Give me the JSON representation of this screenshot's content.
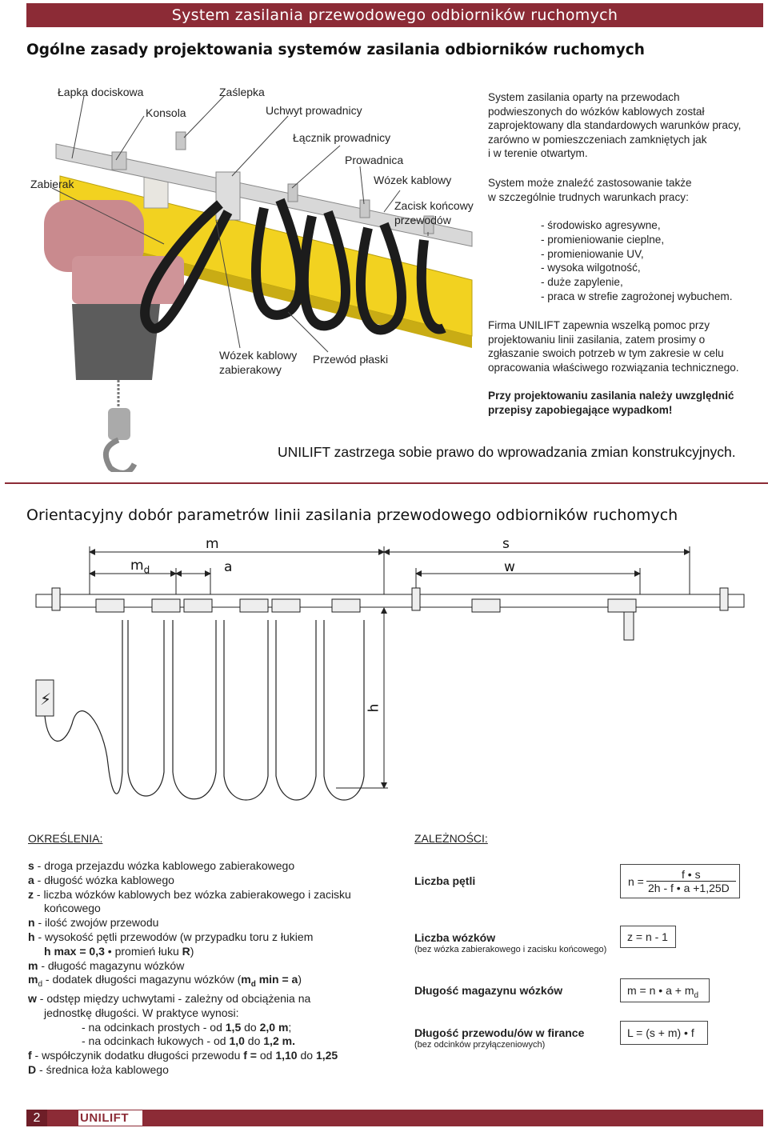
{
  "header": {
    "title": "System zasilania przewodowego odbiorników ruchomych"
  },
  "section1": {
    "title": "Ogólne zasady projektowania systemów zasilania odbiorników ruchomych",
    "labels": {
      "lapka": "Łapka dociskowa",
      "zaslepka": "Zaślepka",
      "konsola": "Konsola",
      "uchwyt": "Uchwyt prowadnicy",
      "lacznik": "Łącznik prowadnicy",
      "prowadnica": "Prowadnica",
      "zabierak": "Zabierak",
      "wozek": "Wózek kablowy",
      "zacisk1": "Zacisk końcowy",
      "zacisk2": "przewodów",
      "wozek_zab1": "Wózek kablowy",
      "wozek_zab2": "zabierakowy",
      "przewod": "Przewód płaski"
    },
    "p1": [
      "System zasilania oparty na przewodach",
      "podwieszonych do wózków kablowych został",
      "zaprojektowany dla standardowych warunków pracy,",
      "zarówno w pomieszczeniach zamkniętych jak",
      "i w terenie otwartym."
    ],
    "p2": [
      "System może znaleźć zastosowanie także",
      "w szczególnie trudnych warunkach pracy:"
    ],
    "conditions": [
      "- środowisko agresywne,",
      "- promieniowanie cieplne,",
      "- promieniowanie UV,",
      "- wysoka wilgotność,",
      "- duże zapylenie,",
      "- praca w strefie zagrożonej wybuchem."
    ],
    "p3": [
      "Firma UNILIFT zapewnia wszelką pomoc przy",
      "projektowaniu linii zasilania, zatem prosimy o",
      "zgłaszanie swoich potrzeb w tym zakresie  w celu",
      "opracowania właściwego rozwiązania technicznego."
    ],
    "warning": [
      "Przy projektowaniu zasilania należy uwzględnić",
      "przepisy zapobiegające wypadkom!"
    ],
    "notice": "UNILIFT zastrzega sobie prawo do wprowadzania zmian konstrukcyjnych."
  },
  "section2": {
    "title": "Orientacyjny dobór parametrów linii zasilania przewodowego odbiorników ruchomych",
    "dims": {
      "m": "m",
      "md": "m",
      "md_sub": "d",
      "a": "a",
      "s": "s",
      "w": "w",
      "h": "h"
    }
  },
  "definitions": {
    "heading": "OKREŚLENIA:",
    "items": [
      {
        "sym": "s",
        "text": " - droga przejazdu wózka kablowego zabierakowego"
      },
      {
        "sym": "a",
        "text": " - długość wózka kablowego"
      },
      {
        "sym": "z",
        "text": " - liczba wózków kablowych bez wózka zabierakowego i zacisku"
      },
      {
        "sym": "",
        "text": "końcowego",
        "indent": true
      },
      {
        "sym": "n",
        "text": " - ilość zwojów przewodu"
      },
      {
        "sym": "h",
        "text": " - wysokość pętli przewodów (w przypadku toru z łukiem"
      },
      {
        "sym": "",
        "text": "h max = 0,3",
        "tail": " promień łuku ",
        "tailb": "R",
        "end": ")",
        "indent": true,
        "boldtext": true,
        "dot": true
      },
      {
        "sym": "m",
        "text": "  - długość magazynu wózków"
      },
      {
        "sym": "m",
        "sub": "d",
        "text": " - dodatek długości magazynu wózków (",
        "b2": "m",
        "sub2": "d",
        "b3": " min = a",
        "end": ")"
      },
      {
        "sym": "w",
        "text": "  - odstęp między uchwytami - zależny od obciążenia na"
      },
      {
        "sym": "",
        "text": "jednostkę długości. W praktyce wynosi:",
        "indent": true
      },
      {
        "sym": "",
        "text": "- na odcinkach prostych - od ",
        "b1": "1,5",
        "mid": " do ",
        "b2x": "2,0 m",
        "end": ";",
        "indent2": true
      },
      {
        "sym": "",
        "text": "- na odcinkach łukowych - od ",
        "b1": "1,0",
        "mid": " do ",
        "b2x": "1,2 m.",
        "end": "",
        "indent2": true
      },
      {
        "sym": "f",
        "text": "  - współczynik dodatku długości przewodu ",
        "b1": "f = ",
        "mid": "od ",
        "b2x": "1,10",
        "mid2": " do ",
        "b3x": "1,25"
      },
      {
        "sym": "D",
        "text": " - średnica łoża kablowego"
      }
    ]
  },
  "dependencies": {
    "heading": "ZALEŻNOŚCI:",
    "items": [
      {
        "title": "Liczba pętli",
        "sub": "",
        "formula": ""
      },
      {
        "title": "Liczba wózków",
        "sub": "(bez wózka zabierakowego i zacisku końcowego)",
        "formula": "z = n - 1"
      },
      {
        "title": "Długość magazynu wózków",
        "sub": "",
        "formula": "m = n",
        "formula2": " a + m",
        "formula_sub": "d"
      },
      {
        "title": "Długość przewodu/ów w firance",
        "sub": "(bez odcinków przyłączeniowych)",
        "formula": "L = (s + m)",
        "formula2": " f"
      }
    ],
    "frac": {
      "lhs": "n =",
      "num": "f • s",
      "den": "2h - f • a +1,25D"
    }
  },
  "footer": {
    "page": "2",
    "logo": "UNILIFT"
  },
  "colors": {
    "brand": "#8c2b36",
    "rail": "#f2d220",
    "cable": "#1c1c1c",
    "hoist": "#c98a8e"
  }
}
